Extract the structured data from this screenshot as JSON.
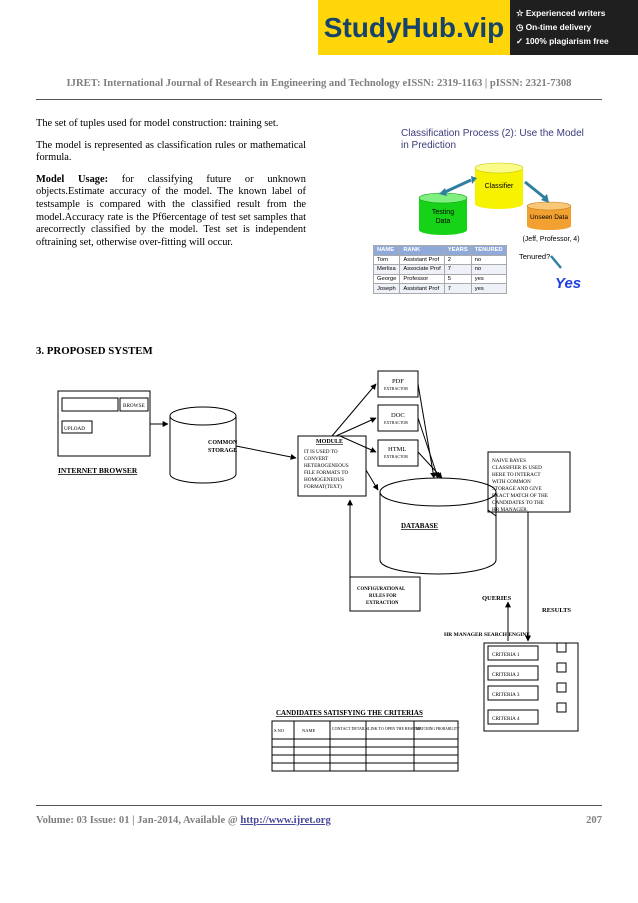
{
  "banner": {
    "brand": "StudyHub.vip",
    "perks": [
      "☆ Experienced writers",
      "◷ On-time delivery",
      "✓ 100% plagiarism free"
    ]
  },
  "header": "IJRET: International Journal of Research in Engineering and Technology  eISSN: 2319-1163 | pISSN: 2321-7308",
  "paragraphs": [
    "The set of tuples used for model construction: training set.",
    "The model is represented as classification rules or mathematical formula."
  ],
  "model_usage": {
    "label": "Model Usage:",
    "text": " for classifying future or unknown objects.Estimate accuracy of the model. The known label of testsample is compared with the classified result from the model.Accuracy rate is the Pf6ercentage of test set samples that arecorrectly classified by the model. Test set is independent oftraining set, otherwise over-fitting will occur."
  },
  "figure1": {
    "title_line1": "Classification Process (2): Use the Model",
    "title_line2": "in Prediction",
    "classifier": "Classifier",
    "testing_data_line1": "Testing",
    "testing_data_line2": "Data",
    "unseen_data": "Unseen Data",
    "query": "(Jeff, Professor, 4)",
    "tenured_q": "Tenured?",
    "answer": "Yes",
    "table": {
      "headers": [
        "NAME",
        "RANK",
        "YEARS",
        "TENURED"
      ],
      "rows": [
        [
          "Tom",
          "Assistant Prof",
          "2",
          "no"
        ],
        [
          "Merlisa",
          "Associate Prof",
          "7",
          "no"
        ],
        [
          "George",
          "Professor",
          "5",
          "yes"
        ],
        [
          "Joseph",
          "Assistant Prof",
          "7",
          "yes"
        ]
      ]
    }
  },
  "section_title": "3. PROPOSED SYSTEM",
  "figure2": {
    "browse": "BROWSE",
    "upload": "UPLOAD",
    "internet_browser": "INTERNET BROWSER",
    "common_storage_line1": "COMMON",
    "common_storage_line2": "STORAGE",
    "pdf": "PDF",
    "doc": "DOC",
    "html": "HTML",
    "extractor": "EXTRACTOR",
    "module_title": "MODULE",
    "module_lines": [
      "IT IS USED TO",
      "CONVERT",
      "HETEROGENEOUS",
      "FILE FORMATS TO",
      "HOMOGENEOUS",
      "FORMAT(TEXT)"
    ],
    "database": "DATABASE",
    "naive_lines": [
      "NAIVE BAYES",
      "CLASSIFIER IS USED",
      "HERE TO INTERACT",
      "WITH COMMON",
      "STORAGE AND GIVE",
      "EXACT MATCH OF THE",
      "CANDIDATES TO THE",
      "HR MANAGER."
    ],
    "config_lines": [
      "CONFIGURATIONAL",
      "RULES FOR",
      "EXTRACTION"
    ],
    "queries": "QUERIES",
    "results": "RESULTS",
    "hr_engine": "HR MANAGER SEARCH ENGINE",
    "criteria": [
      "CRITERIA 1",
      "CRITERIA 2",
      "CRITERIA 3",
      "CRITERIA 4"
    ],
    "candidates_title": "CANDIDATES SATISFYING THE CRITERIAS",
    "cand_headers": [
      "S.NO",
      "NAME",
      "CONTACT DETAILS",
      "LINK TO OPEN THE RESUME",
      "MATCHING PROBABILITY"
    ]
  },
  "footer": {
    "left": "Volume: 03 Issue: 01 | Jan-2014, Available @ ",
    "link": "http://www.ijret.org",
    "page": "207"
  }
}
